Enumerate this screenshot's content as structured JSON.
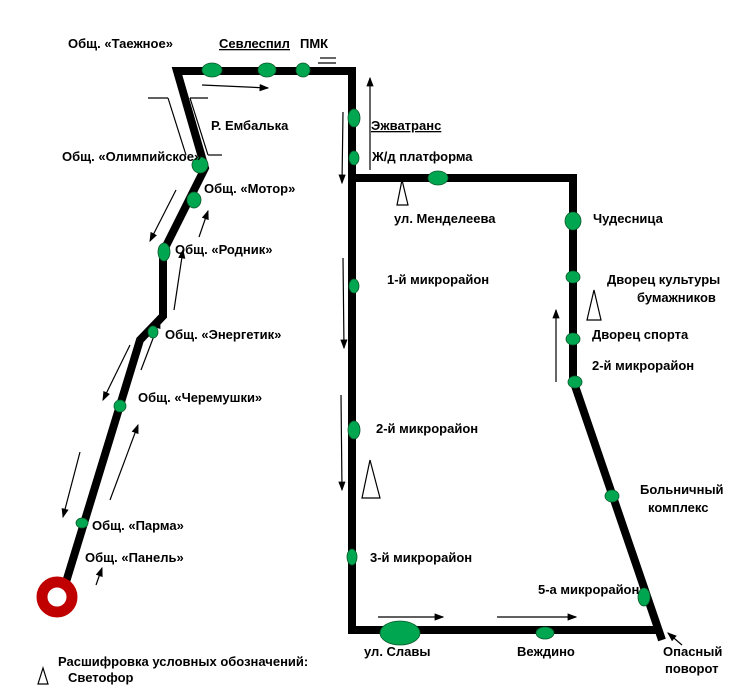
{
  "stops": {
    "taezhnoe": "Общ. «Таежное»",
    "sevlespil": "Севлеспил",
    "pmk": "ПМК",
    "embalka": "Р. Ембалька",
    "olimpiyskoe": "Общ. «Олимпийское»",
    "motor": "Общ. «Мотор»",
    "rodnik": "Общ. «Родник»",
    "energetik": "Общ. «Энергетик»",
    "cheremushki": "Общ. «Черемушки»",
    "parma": "Общ. «Парма»",
    "panel": "Общ. «Панель»",
    "ezhvatrans": "Эжватранс",
    "zhd": "Ж/д платформа",
    "mendeleeva": "ул. Менделеева",
    "mkr1": "1-й микрорайон",
    "mkr2_left": "2-й микрорайон",
    "mkr3": "3-й микрорайон",
    "slavy": "ул. Славы",
    "vezhdino": "Вeждино",
    "chudesnitsa": "Чудесница",
    "dvorec_kult_1": "Дворец культуры",
    "dvorec_kult_2": "бумажников",
    "dvorec_sporta": "Дворец спорта",
    "mkr2_right": "2-й микрорайон",
    "bolnichny_1": "Больничный",
    "bolnichny_2": "комплекс",
    "mkr5a": "5-а микрорайон",
    "opasny_1": "Опасный",
    "opasny_2": "поворот"
  },
  "legend": {
    "title": "Расшифровка условных обозначений:",
    "traffic_light": "Светофор"
  },
  "colors": {
    "stop": "#00a650",
    "terminal": "#c00000",
    "route": "#000000"
  }
}
